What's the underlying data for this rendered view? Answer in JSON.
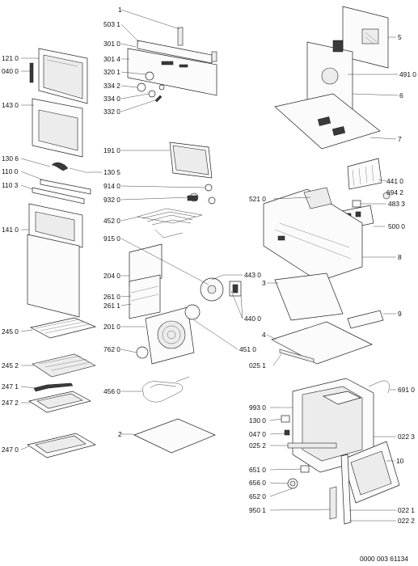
{
  "doc_number": "0000 003 61134",
  "labels_left": [
    "121 0",
    "040 0",
    "143 0",
    "130 6",
    "110 0",
    "110 3",
    "141 0",
    "245 0",
    "245 2",
    "247 1",
    "247 2",
    "247 0"
  ],
  "labels_center": [
    "1",
    "503 1",
    "301 0",
    "301 4",
    "320 1",
    "334 2",
    "334 0",
    "332 0",
    "191 0",
    "130 5",
    "914 0",
    "932 0",
    "452 0",
    "915 0",
    "204 0",
    "261 0",
    "261 1",
    "443 0",
    "440 0",
    "201 0",
    "451 0",
    "762 0",
    "456 0",
    "2"
  ],
  "labels_right": [
    "5",
    "491 0",
    "6",
    "7",
    "441 0",
    "694 2",
    "483 3",
    "521 0",
    "500 0",
    "8",
    "3",
    "9",
    "4",
    "025 1",
    "691 0",
    "993 0",
    "130 0",
    "047 0",
    "025 2",
    "022 3",
    "10",
    "651 0",
    "656 0",
    "652 0",
    "950 1",
    "022 1",
    "022 2"
  ]
}
